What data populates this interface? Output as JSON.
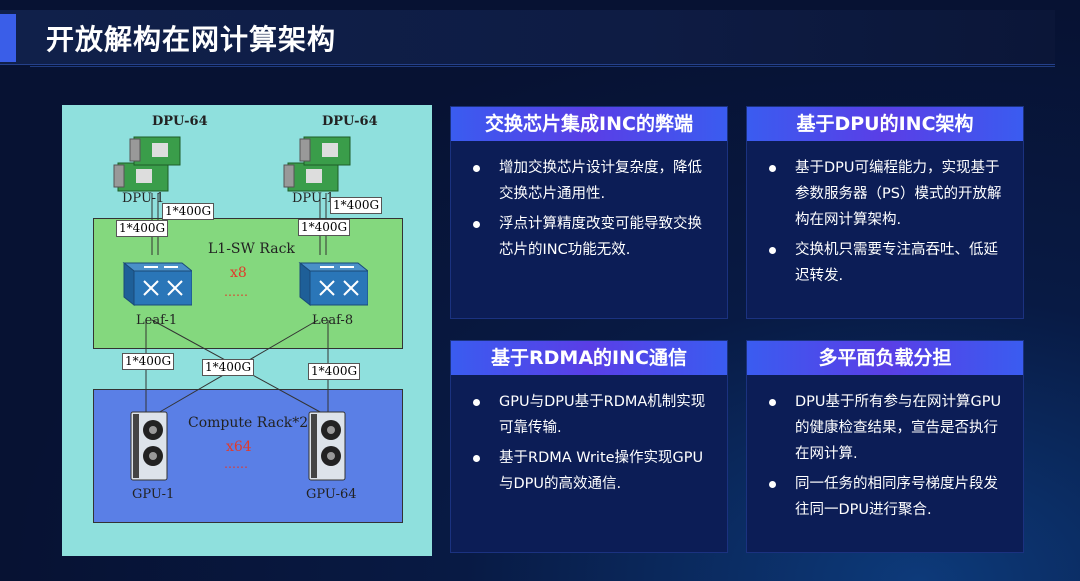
{
  "page": {
    "title": "开放解构在网计算架构"
  },
  "diagram": {
    "dpu_top_left": "DPU-64",
    "dpu_top_right": "DPU-64",
    "dpu_left_partial": "DPU-1",
    "dpu_right_partial": "DPU-1",
    "rack_label": "L1-SW Rack",
    "rack_mult": "x8",
    "rack_dots": "……",
    "leaf_left": "Leaf-1",
    "leaf_right": "Leaf-8",
    "compute_label": "Compute Rack*2",
    "compute_mult": "x64",
    "compute_dots": "……",
    "gpu_left": "GPU-1",
    "gpu_right": "GPU-64",
    "links": {
      "dpu_l_a": "1*400G",
      "dpu_l_b": "1*400G",
      "dpu_r_a": "1*400G",
      "dpu_r_b": "1*400G",
      "gpu_l": "1*400G",
      "cross": "1*400G",
      "gpu_r": "1*400G"
    }
  },
  "cards": [
    {
      "title": "交换芯片集成INC的弊端",
      "items": [
        "增加交换芯片设计复杂度，降低交换芯片通用性.",
        "浮点计算精度改变可能导致交换芯片的INC功能无效."
      ]
    },
    {
      "title": "基于DPU的INC架构",
      "items": [
        "基于DPU可编程能力，实现基于参数服务器（PS）模式的开放解构在网计算架构.",
        "交换机只需要专注高吞吐、低延迟转发."
      ]
    },
    {
      "title": "基于RDMA的INC通信",
      "items": [
        "GPU与DPU基于RDMA机制实现可靠传输.",
        "基于RDMA Write操作实现GPU与DPU的高效通信."
      ]
    },
    {
      "title": "多平面负载分担",
      "items": [
        "DPU基于所有参与在网计算GPU的健康检查结果，宣告是否执行在网计算.",
        "同一任务的相同序号梯度片段发往同一DPU进行聚合."
      ]
    }
  ]
}
